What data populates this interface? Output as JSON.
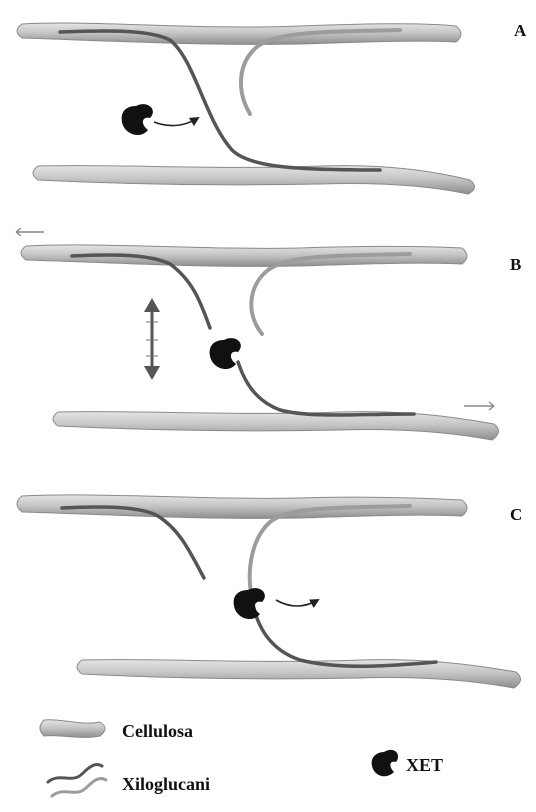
{
  "panels": [
    {
      "id": "A",
      "label": "A"
    },
    {
      "id": "B",
      "label": "B"
    },
    {
      "id": "C",
      "label": "C"
    }
  ],
  "legend": {
    "cellulose_label": "Cellulosa",
    "xyloglucan_label": "Xiloglucani",
    "enzyme_label": "XET"
  },
  "colors": {
    "cellulose_fill": "#c9c9c9",
    "cellulose_stroke": "#7a7a7a",
    "xyloglucan_dark": "#555555",
    "xyloglucan_light": "#b0b0b0",
    "enzyme": "#111111",
    "stretch_arrow": "#888888"
  },
  "icons": [
    "enzyme-icon",
    "stretch-arrow-icon",
    "vertical-double-arrow-icon",
    "reaction-arrow-icon"
  ]
}
